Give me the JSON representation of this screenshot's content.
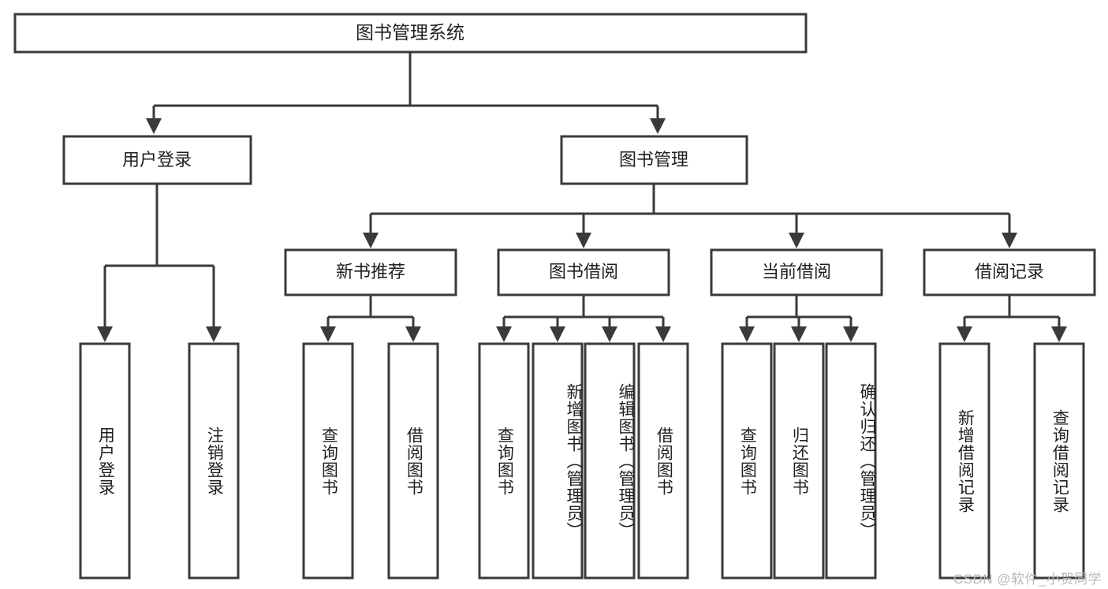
{
  "diagram": {
    "title": "图书管理系统",
    "type": "hierarchy-tree",
    "watermark": "CSDN @软件_小贺同学",
    "colors": {
      "stroke": "#3a3a3a",
      "fill": "#ffffff",
      "text": "#1f1f1f",
      "watermark": "#b9b9b9"
    },
    "root": {
      "label": "图书管理系统"
    },
    "level2": [
      {
        "label": "用户登录"
      },
      {
        "label": "图书管理"
      }
    ],
    "level3": [
      {
        "label": "新书推荐"
      },
      {
        "label": "图书借阅"
      },
      {
        "label": "当前借阅"
      },
      {
        "label": "借阅记录"
      }
    ],
    "leaves": {
      "user_login": [
        {
          "label": "用户登录"
        },
        {
          "label": "注销登录"
        }
      ],
      "new_book_recommend": [
        {
          "label": "查询图书"
        },
        {
          "label": "借阅图书"
        }
      ],
      "book_borrow": [
        {
          "label": "查询图书"
        },
        {
          "label": "新增图书（管理员）"
        },
        {
          "label": "编辑图书（管理员）"
        },
        {
          "label": "借阅图书"
        }
      ],
      "current_borrow": [
        {
          "label": "查询图书"
        },
        {
          "label": "归还图书"
        },
        {
          "label": "确认归还（管理员）"
        }
      ],
      "borrow_record": [
        {
          "label": "新增借阅记录"
        },
        {
          "label": "查询借阅记录"
        }
      ]
    }
  }
}
